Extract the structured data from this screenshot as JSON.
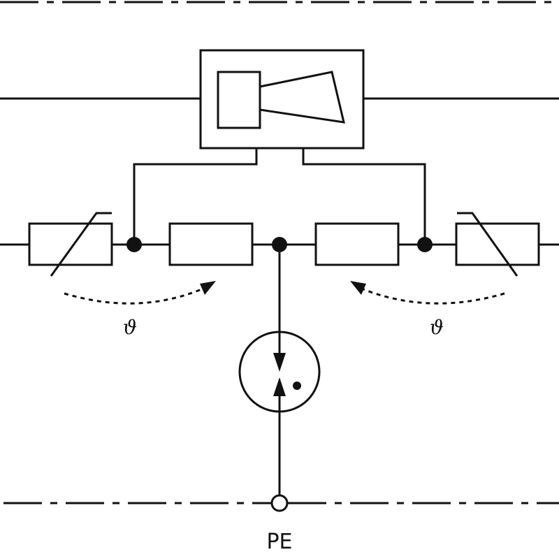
{
  "labels": {
    "theta_left": "ϑ",
    "theta_right": "ϑ",
    "pe": "PE"
  },
  "colors": {
    "line": "#111111",
    "background": "#ffffff"
  },
  "icons": {
    "horn": "horn-signaling-device-icon",
    "varistor": "varistor-icon",
    "gas_discharge_tube": "gas-discharge-tube-icon",
    "fuse": "fuse-icon"
  }
}
